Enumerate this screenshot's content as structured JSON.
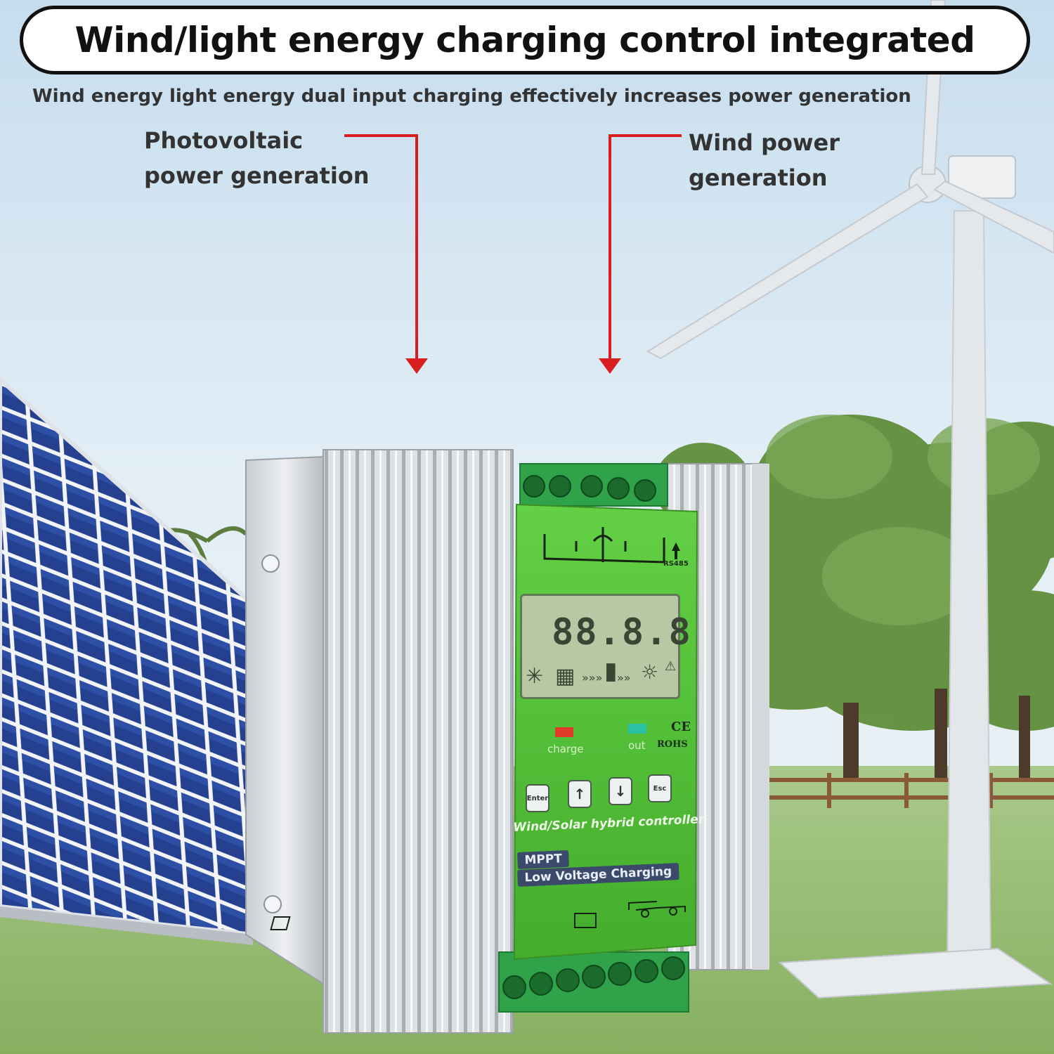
{
  "header": {
    "title": "Wind/light energy charging control integrated",
    "subtitle": "Wind energy light energy dual input charging effectively increases power generation"
  },
  "callouts": {
    "photovoltaic": {
      "line1": "Photovoltaic",
      "line2": "power generation"
    },
    "wind": {
      "line1": "Wind power",
      "line2": "generation"
    }
  },
  "controller": {
    "rs485_label": "RS485",
    "lcd_digits": "88.8.8",
    "led_charge_label": "charge",
    "led_out_label": "out",
    "ce_mark": "CE",
    "rohs_mark": "ROHS",
    "buttons": {
      "enter": "Enter",
      "up": "↑",
      "down": "↓",
      "esc": "Esc"
    },
    "product_title": "Wind/Solar hybrid controller",
    "tag_mppt": "MPPT",
    "tag_low_voltage": "Low Voltage Charging"
  },
  "colors": {
    "accent_red": "#d81e1e",
    "panel_green": "#56c53a",
    "terminal_green": "#2fa24a",
    "sky": "#cfe3f1",
    "grass": "#8fb86b"
  }
}
